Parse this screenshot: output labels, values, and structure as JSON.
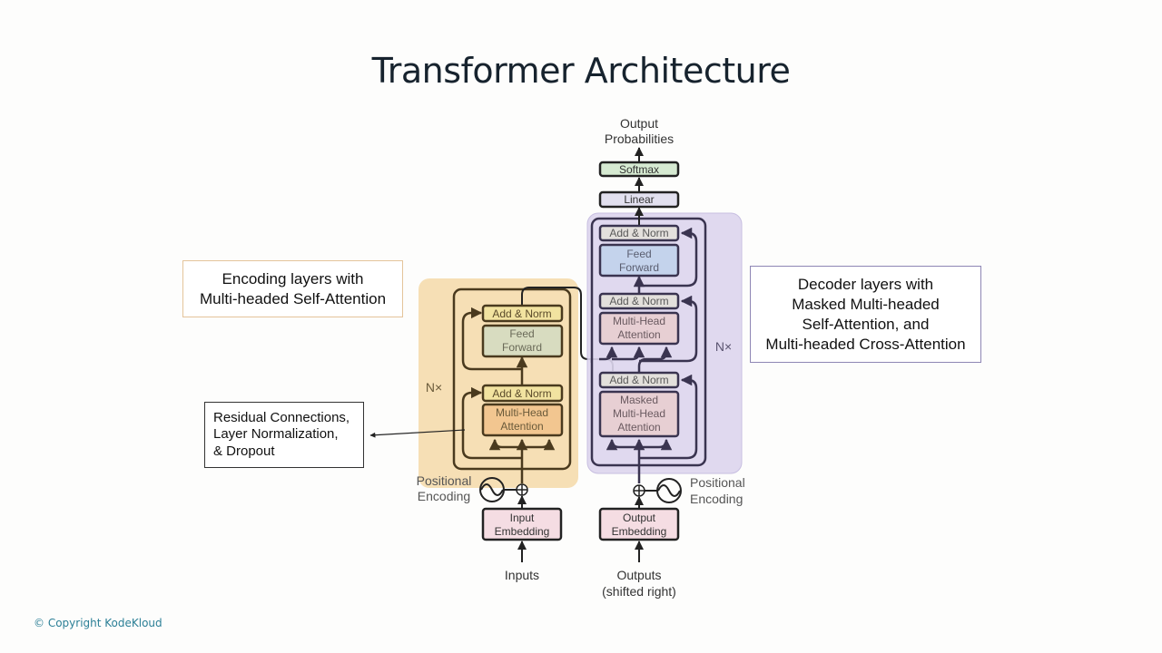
{
  "slide": {
    "title": "Transformer Architecture",
    "copyright": "© Copyright KodeKloud"
  },
  "annotations": {
    "encoder_note": "Encoding layers with\nMulti-headed Self-Attention",
    "decoder_note": "Decoder layers with\nMasked Multi-headed\nSelf-Attention, and\nMulti-headed Cross-Attention",
    "residual_note": "Residual Connections,\nLayer Normalization,\n& Dropout"
  },
  "diagram": {
    "colors": {
      "encoder_panel": "#f5d9a8",
      "decoder_panel": "#ddd6ee",
      "add_norm_encoder": "#f2e3a0",
      "add_norm_decoder": "#e3e0dc",
      "feed_forward_encoder": "#d8dcc0",
      "feed_forward_decoder": "#c4d3ec",
      "attention_encoder": "#f2c690",
      "attention_decoder": "#e7cfd3",
      "embedding": "#f5dde3",
      "softmax": "#d6ead2",
      "linear": "#e2e0ef"
    },
    "encoder": {
      "repeat_label": "N×",
      "add_norm_top": "Add & Norm",
      "feed_forward": [
        "Feed",
        "Forward"
      ],
      "add_norm_bottom": "Add & Norm",
      "attention": [
        "Multi-Head",
        "Attention"
      ],
      "positional_encoding": [
        "Positional",
        "Encoding"
      ],
      "embedding": [
        "Input",
        "Embedding"
      ],
      "input_label": "Inputs"
    },
    "decoder": {
      "repeat_label": "N×",
      "add_norm_top": "Add & Norm",
      "feed_forward": [
        "Feed",
        "Forward"
      ],
      "add_norm_mid": "Add & Norm",
      "cross_attention": [
        "Multi-Head",
        "Attention"
      ],
      "add_norm_bottom": "Add & Norm",
      "masked_attention": [
        "Masked",
        "Multi-Head",
        "Attention"
      ],
      "positional_encoding": [
        "Positional",
        "Encoding"
      ],
      "embedding": [
        "Output",
        "Embedding"
      ],
      "output_label": [
        "Outputs",
        "(shifted right)"
      ]
    },
    "head": {
      "linear": "Linear",
      "softmax": "Softmax",
      "output_label": [
        "Output",
        "Probabilities"
      ]
    }
  }
}
